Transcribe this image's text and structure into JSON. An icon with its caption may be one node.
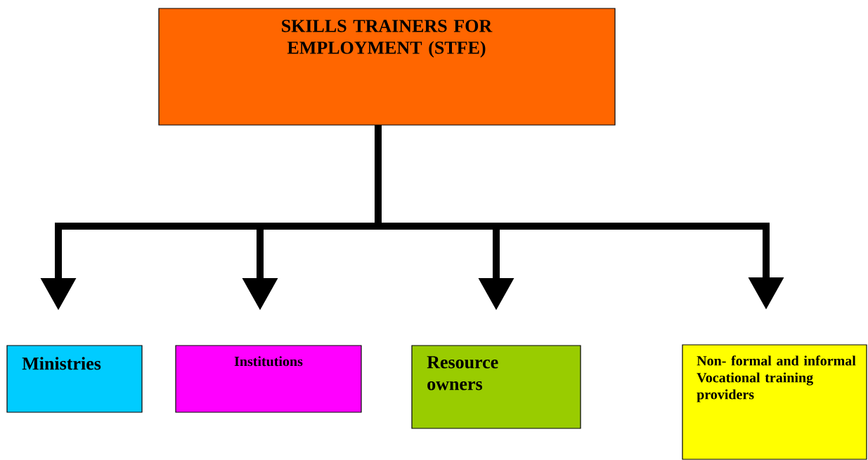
{
  "diagram": {
    "nodes": [
      {
        "text": [
          "SKILLS TRAINERS FOR EMPLOYMENT (STFE)"
        ]
      },
      {
        "text": [
          "Ministries"
        ]
      },
      {
        "text": [
          "Institutions"
        ]
      },
      {
        "text": [
          "Resource owners"
        ]
      },
      {
        "text": [
          "Non- formal and informal Vocational training providers"
        ]
      }
    ],
    "edges": [
      {
        "from": 0,
        "to": 1,
        "arrow": "to"
      },
      {
        "from": 0,
        "to": 2,
        "arrow": "to"
      },
      {
        "from": 0,
        "to": 3,
        "arrow": "to"
      },
      {
        "from": 0,
        "to": 4,
        "arrow": "to"
      }
    ]
  }
}
